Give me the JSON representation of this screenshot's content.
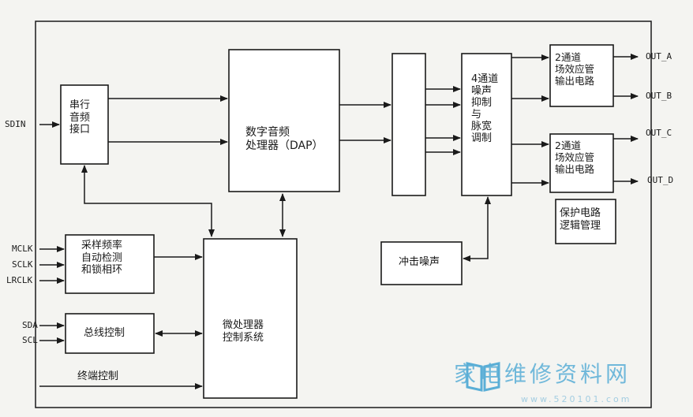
{
  "diagram": {
    "blocks": {
      "serial_interface": "串行\n音频\n接口",
      "dap": "数字音频\n处理器（DAP）",
      "noise_pwm": "4通道\n噪声\n抑制\n与\n脉宽\n调制",
      "fet_out_1": "2通道\n场效应管\n输出电路",
      "fet_out_2": "2通道\n场效应管\n输出电路",
      "protection": "保护电路\n逻辑管理",
      "sample_rate": "采样频率\n自动检测\n和锁相环",
      "bus_control": "总线控制",
      "mcu": "微处理器\n控制系统",
      "impulse_noise": "冲击噪声"
    },
    "labels": {
      "terminal_control": "终端控制"
    },
    "pins": {
      "sdin": "SDIN",
      "mclk": "MCLK",
      "sclk": "SCLK",
      "lrclk": "LRCLK",
      "sda": "SDA",
      "scl": "SCL",
      "out_a": "OUT_A",
      "out_b": "OUT_B",
      "out_c": "OUT_C",
      "out_d": "OUT_D"
    }
  },
  "watermark": {
    "brand": "家电维修资料网",
    "url": "www.520101.com"
  }
}
